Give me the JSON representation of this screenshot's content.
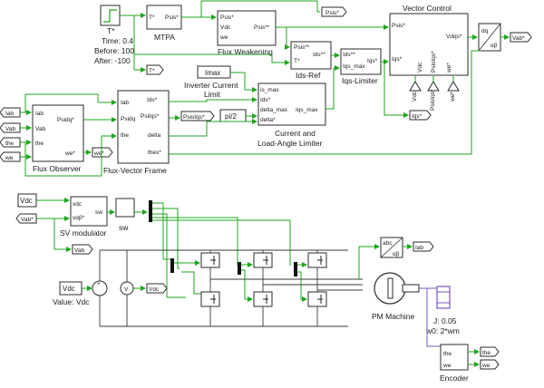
{
  "colors": {
    "signal": "#1ea51e",
    "power": "#3a3a3a",
    "mechanical": "#7a56c2",
    "block": "#2b2b2b"
  },
  "labels": {
    "step": "T*",
    "time": "Time: 0.4",
    "before": "Before: 100",
    "after": "After: -100",
    "mtpa": "MTPA",
    "flux_weakening": "Flux Weakening",
    "ids_ref": "Ids-Ref",
    "iqs_limiter": "Iqs-Limiter",
    "vector_control": "Vector Control",
    "imax": "Imax",
    "inverter_limit_1": "Inverter Current",
    "inverter_limit_2": "Limit",
    "pi2": "pi/2",
    "current_limiter_1": "Current and",
    "current_limiter_2": "Load-Angle Limiter",
    "flux_observer": "Flux Observer",
    "flux_vector_frame": "Flux-Vector Frame",
    "vdc_src": "Vdc",
    "sv_modulator": "SV modulator",
    "sw": "sw",
    "vdc_block": "Vdc",
    "value_vdc": "Value: Vdc",
    "pm_machine": "PM Machine",
    "inertia_j": "J: 0.05",
    "inertia_w0": "w0: 2*wm",
    "encoder": "Encoder",
    "dq_ab_1": "dq",
    "dq_ab_2": "αβ",
    "abc_ab_1": "abc",
    "abc_ab_2": "αβ"
  },
  "goto_tags": {
    "psis": "Psis*",
    "t": "T*",
    "iqs": "Iqs*",
    "vab": "Vab*",
    "psisiqs": "PsisIqs*",
    "we_out": "we*",
    "vdc_out": "Vdc",
    "iab": "Iab",
    "the_out": "the",
    "we_enc": "we",
    "vab_out": "Vab"
  },
  "from_tags": {
    "iab": "Iab",
    "vab": "Vab",
    "the": "the",
    "we": "we",
    "vab_star": "Vab*",
    "vdc_vc": "Vdc",
    "psisiqs_vc": "PsisIqs*",
    "we_vc": "we*"
  },
  "ports": {
    "mtpa_in": "T*",
    "mtpa_out": "Psis*",
    "fw_in1": "Psis*",
    "fw_in2": "Vdc",
    "fw_in3": "we",
    "fw_out": "Psis**",
    "idsref_in1": "Psis**",
    "idsref_in2": "T*",
    "idsref_out": "Ids**",
    "iqslim_in1": "Ids**",
    "iqslim_in2": "Iqs_max",
    "iqslim_out": "Iqs*",
    "vc_in1": "Psis*",
    "vc_in2": "Iqs*",
    "vc_out": "Vdqs*",
    "vc_b1": "Vdc",
    "vc_b2": "PsisIqs*",
    "vc_b3": "we*",
    "cl_in1": "is_max",
    "cl_in2": "Ids*",
    "cl_in3": "delta_max",
    "cl_in4": "delta*",
    "cl_out": "Iqs_max",
    "fo_in1": "Iab",
    "fo_in2": "Vab",
    "fo_in3": "the",
    "fo_out1": "Psidq*",
    "fo_out2": "we*",
    "fvf_in1": "Iab",
    "fvf_in2": "Psidq",
    "fvf_in3": "the",
    "fvf_out1": "Ids*",
    "fvf_out2": "PsiIqs*",
    "fvf_out3": "delta",
    "fvf_out4": "thes*",
    "svm_in1": "vdc",
    "svm_in2": "vαβ*",
    "svm_out": "sw",
    "enc_in": "the",
    "enc_in2": "we"
  }
}
